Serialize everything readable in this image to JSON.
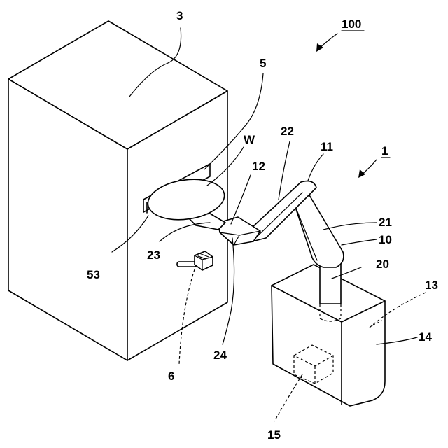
{
  "figure": {
    "labels": {
      "system": "100",
      "cabinet": "3",
      "opening": "5",
      "wafer": "W",
      "hand_tip": "12",
      "arm_upper": "22",
      "joint_upper": "11",
      "robot": "1",
      "arm_lower": "21",
      "joint_lower": "10",
      "shaft": "20",
      "base_cover": "13",
      "base": "14",
      "controller": "15",
      "hand_base": "24",
      "finger": "23",
      "slot": "53",
      "sensor": "6"
    }
  }
}
